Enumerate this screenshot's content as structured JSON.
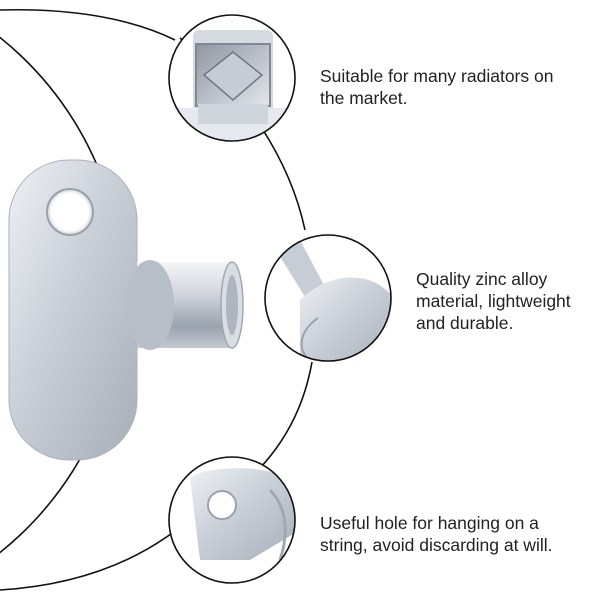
{
  "features": [
    {
      "lines": [
        "Suitable for many radiators on",
        "the market."
      ]
    },
    {
      "lines": [
        "Quality zinc alloy",
        "material, lightweight",
        "and durable."
      ]
    },
    {
      "lines": [
        "Useful hole for hanging on a",
        "string, avoid discarding at will."
      ]
    }
  ],
  "colors": {
    "background": "#ffffff",
    "outline": "#111111",
    "metal_light": "#dfe4ea",
    "metal_mid": "#b9c0c9",
    "metal_dark": "#8f98a3",
    "text": "#222222"
  },
  "icons": [
    "radiator-key-product",
    "square-socket-detail",
    "bent-tab-detail",
    "hanging-hole-detail"
  ]
}
